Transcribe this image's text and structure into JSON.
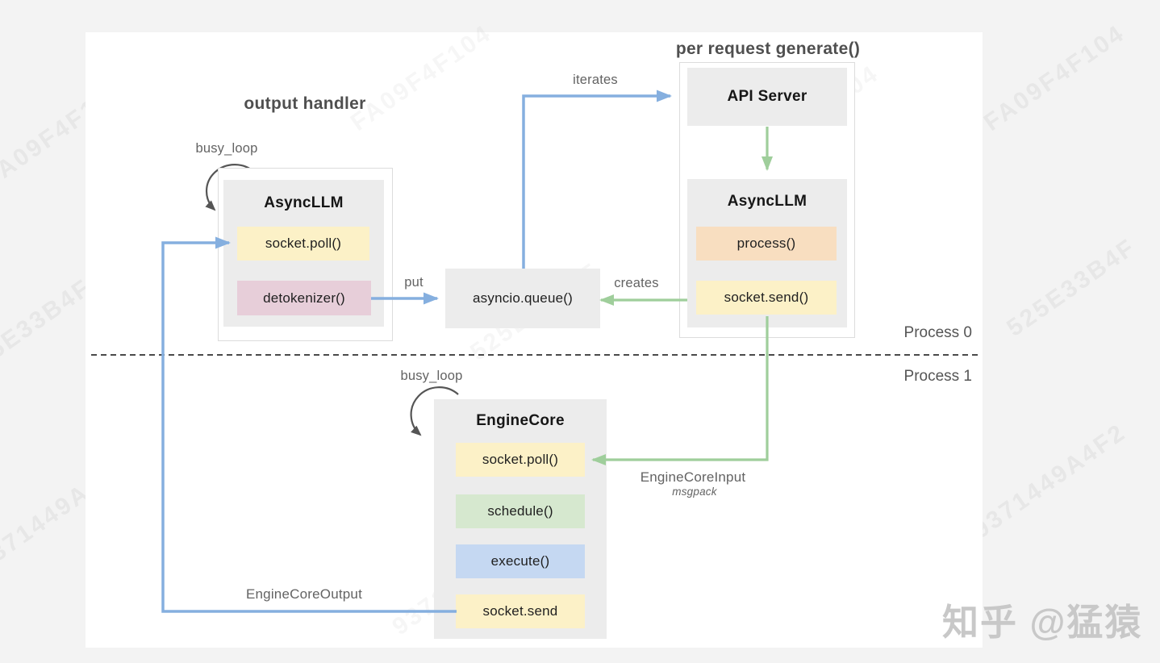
{
  "canvas": {
    "footer_watermark": "知乎 @猛猿",
    "background_watermark_strings": [
      "FA09F4F104",
      "525E33B4F",
      "9371449A4F2"
    ]
  },
  "process_divider": {
    "top_label": "Process 0",
    "bottom_label": "Process 1"
  },
  "output_handler_group": {
    "title": "output handler",
    "busy_loop_label": "busy_loop",
    "box_title": "AsyncLLM",
    "items": [
      {
        "label": "socket.poll()",
        "color": "#fcf1c7"
      },
      {
        "label": "detokenizer()",
        "color": "#e7ced9"
      }
    ]
  },
  "queue_box": {
    "label": "asyncio.queue()"
  },
  "generate_group": {
    "title": "per request generate()",
    "api_server_title": "API Server",
    "box_title": "AsyncLLM",
    "items": [
      {
        "label": "process()",
        "color": "#f8dec0"
      },
      {
        "label": "socket.send()",
        "color": "#fcf1c7"
      }
    ]
  },
  "engine_core_group": {
    "busy_loop_label": "busy_loop",
    "box_title": "EngineCore",
    "items": [
      {
        "label": "socket.poll()",
        "color": "#fcf1c7"
      },
      {
        "label": "schedule()",
        "color": "#d6e8cf"
      },
      {
        "label": "execute()",
        "color": "#c5d8f2"
      },
      {
        "label": "socket.send",
        "color": "#fcf1c7"
      }
    ]
  },
  "edge_labels": {
    "iterates": "iterates",
    "put": "put",
    "creates": "creates",
    "engine_core_input": "EngineCoreInput",
    "engine_core_input_format": "msgpack",
    "engine_core_output": "EngineCoreOutput"
  },
  "colors": {
    "blue_arrow": "#85afdf",
    "green_arrow": "#9fce9b",
    "loop_arrow": "#555555",
    "divider": "#4a4a4a",
    "box_gray": "#ececec"
  }
}
